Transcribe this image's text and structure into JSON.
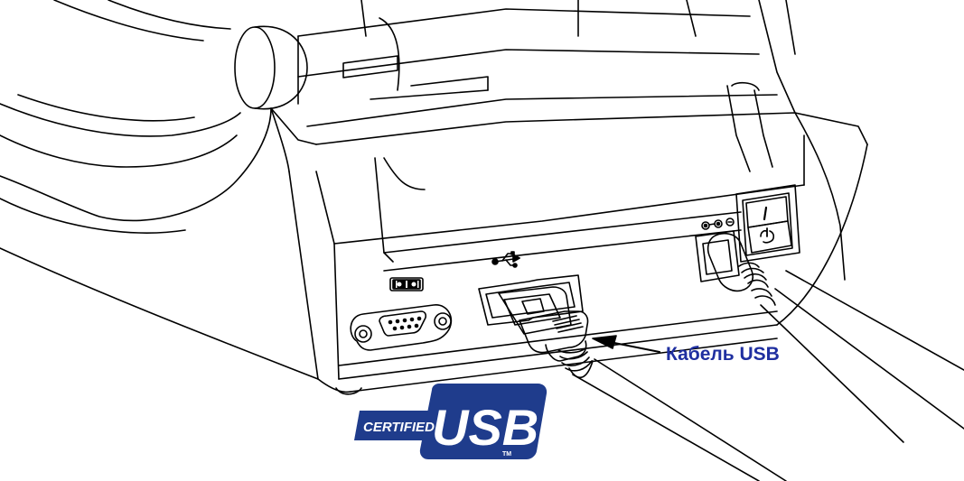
{
  "callout": {
    "label": "Кабель USB",
    "color": "#1f2fa0"
  },
  "logo": {
    "certified_text": "CERTIFIED",
    "usb_text": "USB",
    "tm_text": "TM",
    "color": "#1f3c8c"
  },
  "rear_panel": {
    "serial_port_symbol": "IOIOI",
    "usb_symbol": "usb-trident-icon",
    "power_input_symbol": "dc-polarity-icon",
    "power_switch_on_symbol": "I",
    "power_switch_standby_symbol": "standby-icon"
  }
}
